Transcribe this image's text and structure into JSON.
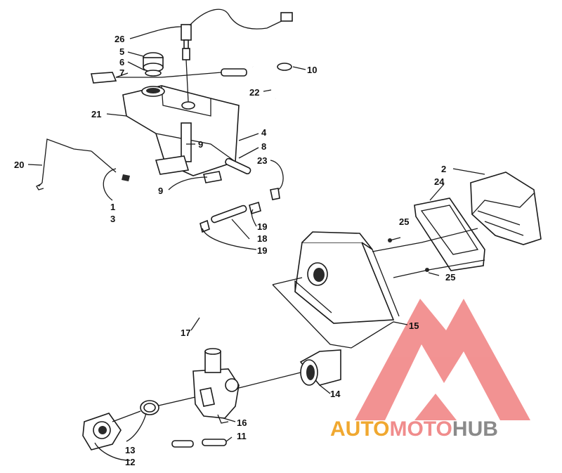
{
  "callouts": {
    "c26": "26",
    "c5": "5",
    "c6": "6",
    "c7": "7",
    "c10": "10",
    "c22": "22",
    "c21": "21",
    "c4": "4",
    "c9a": "9",
    "c8": "8",
    "c23": "23",
    "c20": "20",
    "c9b": "9",
    "c1": "1",
    "c3": "3",
    "c19a": "19",
    "c18": "18",
    "c19b": "19",
    "c2": "2",
    "c24": "24",
    "c25a": "25",
    "c25b": "25",
    "c15": "15",
    "c17": "17",
    "c14": "14",
    "c16": "16",
    "c13": "13",
    "c12": "12",
    "c11": "11"
  },
  "watermark": {
    "part1": "AUTO",
    "part2": "MOTO",
    "part3": "HUB",
    "colors": {
      "auto": "#f0a830",
      "moto": "#f08c8c",
      "hub": "#8a8a8a",
      "logo": "#f08080"
    }
  }
}
